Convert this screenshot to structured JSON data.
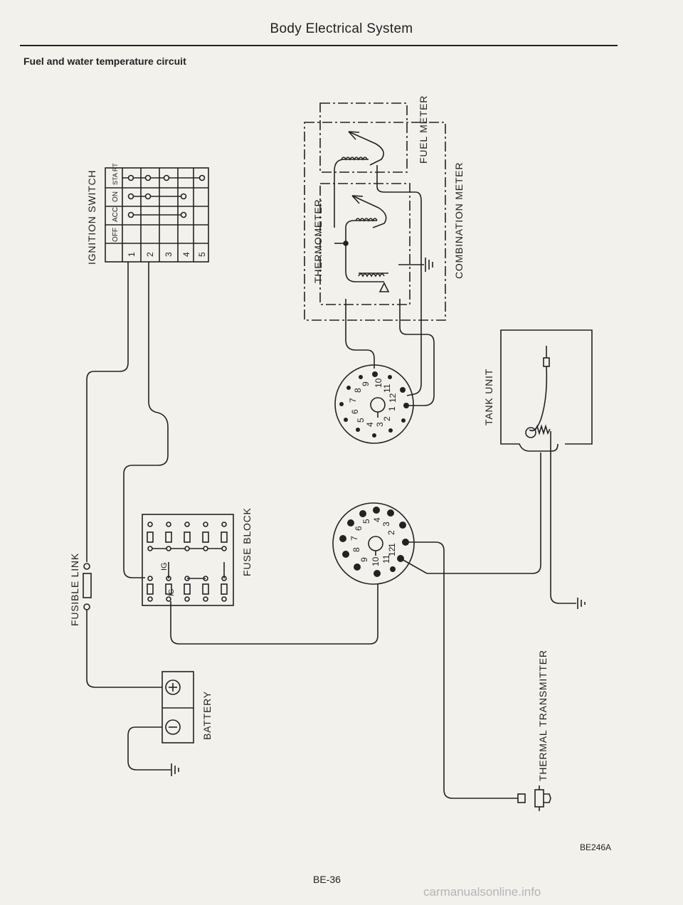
{
  "header": "Body Electrical System",
  "subtitle": "Fuel and water temperature circuit",
  "labels": {
    "ignition_switch": "IGNITION SWITCH",
    "fusible_link": "FUSIBLE LINK",
    "battery": "BATTERY",
    "fuse_block": "FUSE BLOCK",
    "fuel_meter": "FUEL METER",
    "thermometer": "THERMOMETER",
    "combination_meter": "COMBINATION METER",
    "tank_unit": "TANK UNIT",
    "thermal_transmitter": "THERMAL TRANSMITTER"
  },
  "ignition_columns": [
    "OFF",
    "ACC",
    "ON",
    "STA RT"
  ],
  "ignition_rows": [
    "1",
    "2",
    "3",
    "4",
    "5"
  ],
  "fuse_labels": [
    "IG",
    "IG"
  ],
  "battery_symbols": [
    "+",
    "−"
  ],
  "connector_pins": [
    "1",
    "2",
    "3",
    "4",
    "5",
    "6",
    "7",
    "8",
    "9",
    "10",
    "11",
    "12"
  ],
  "figure_code": "BE246A",
  "page_number": "BE-36",
  "watermark": "carmanualsonline.info"
}
